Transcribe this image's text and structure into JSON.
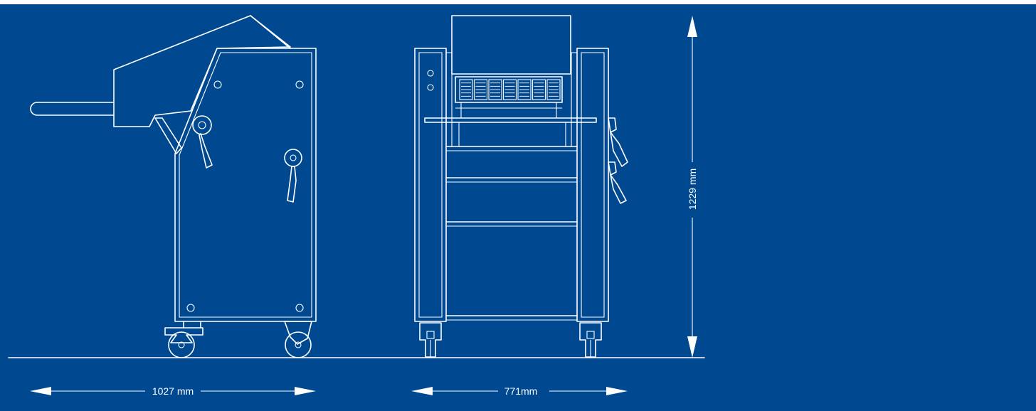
{
  "colors": {
    "background": "#004990",
    "line": "#ffffff"
  },
  "dimensions": {
    "depth": "1027 mm",
    "width": "771mm",
    "height": "1229 mm"
  }
}
